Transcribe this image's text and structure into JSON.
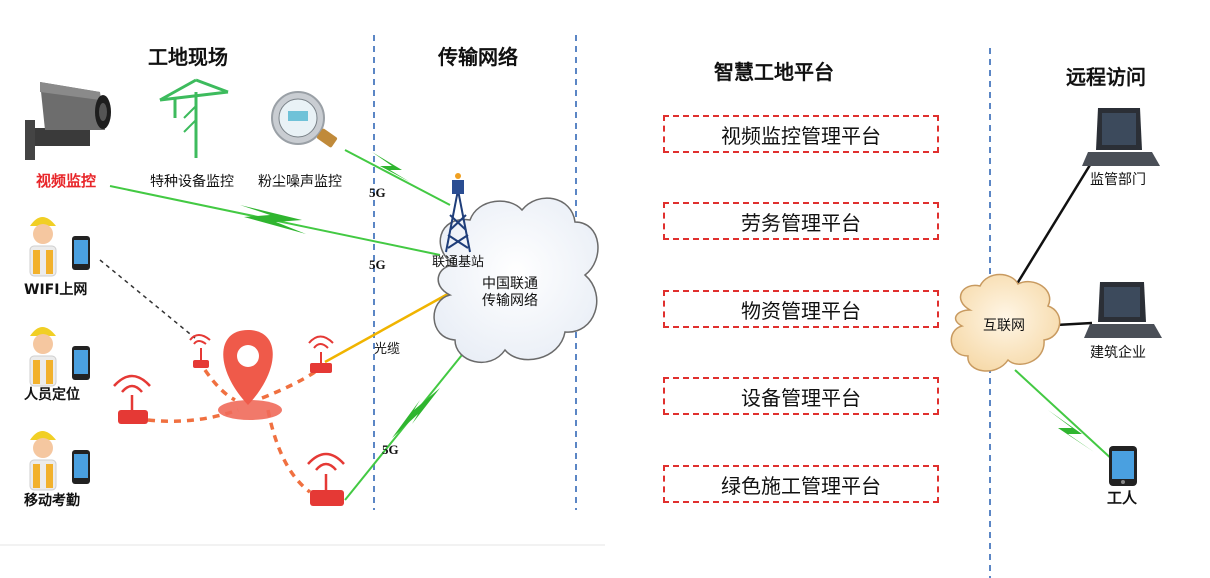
{
  "sections": {
    "site": "工地现场",
    "network": "传输网络",
    "platform": "智慧工地平台",
    "remote": "远程访问"
  },
  "devices": {
    "video": "视频监控",
    "crane": "特种设备监控",
    "dust": "粉尘噪声监控",
    "wifi": "WIFI上网",
    "locate": "人员定位",
    "attendance": "移动考勤"
  },
  "network_labels": {
    "five_g": "5G",
    "fiber": "光缆",
    "base_station": "联通基站",
    "carrier_network": "中国联通\n传输网络"
  },
  "platforms": [
    "视频监控管理平台",
    "劳务管理平台",
    "物资管理平台",
    "设备管理平台",
    "绿色施工管理平台"
  ],
  "remote": {
    "internet": "互联网",
    "regulator": "监管部门",
    "enterprise": "建筑企业",
    "worker": "工人"
  },
  "colors": {
    "highlight": "#e8262a",
    "divider": "#5b86c5",
    "box_border": "#e0302e",
    "pin": "#ef5a4a",
    "route": "#f07040",
    "signal": "#3cc83c",
    "fiber": "#f0b400"
  }
}
